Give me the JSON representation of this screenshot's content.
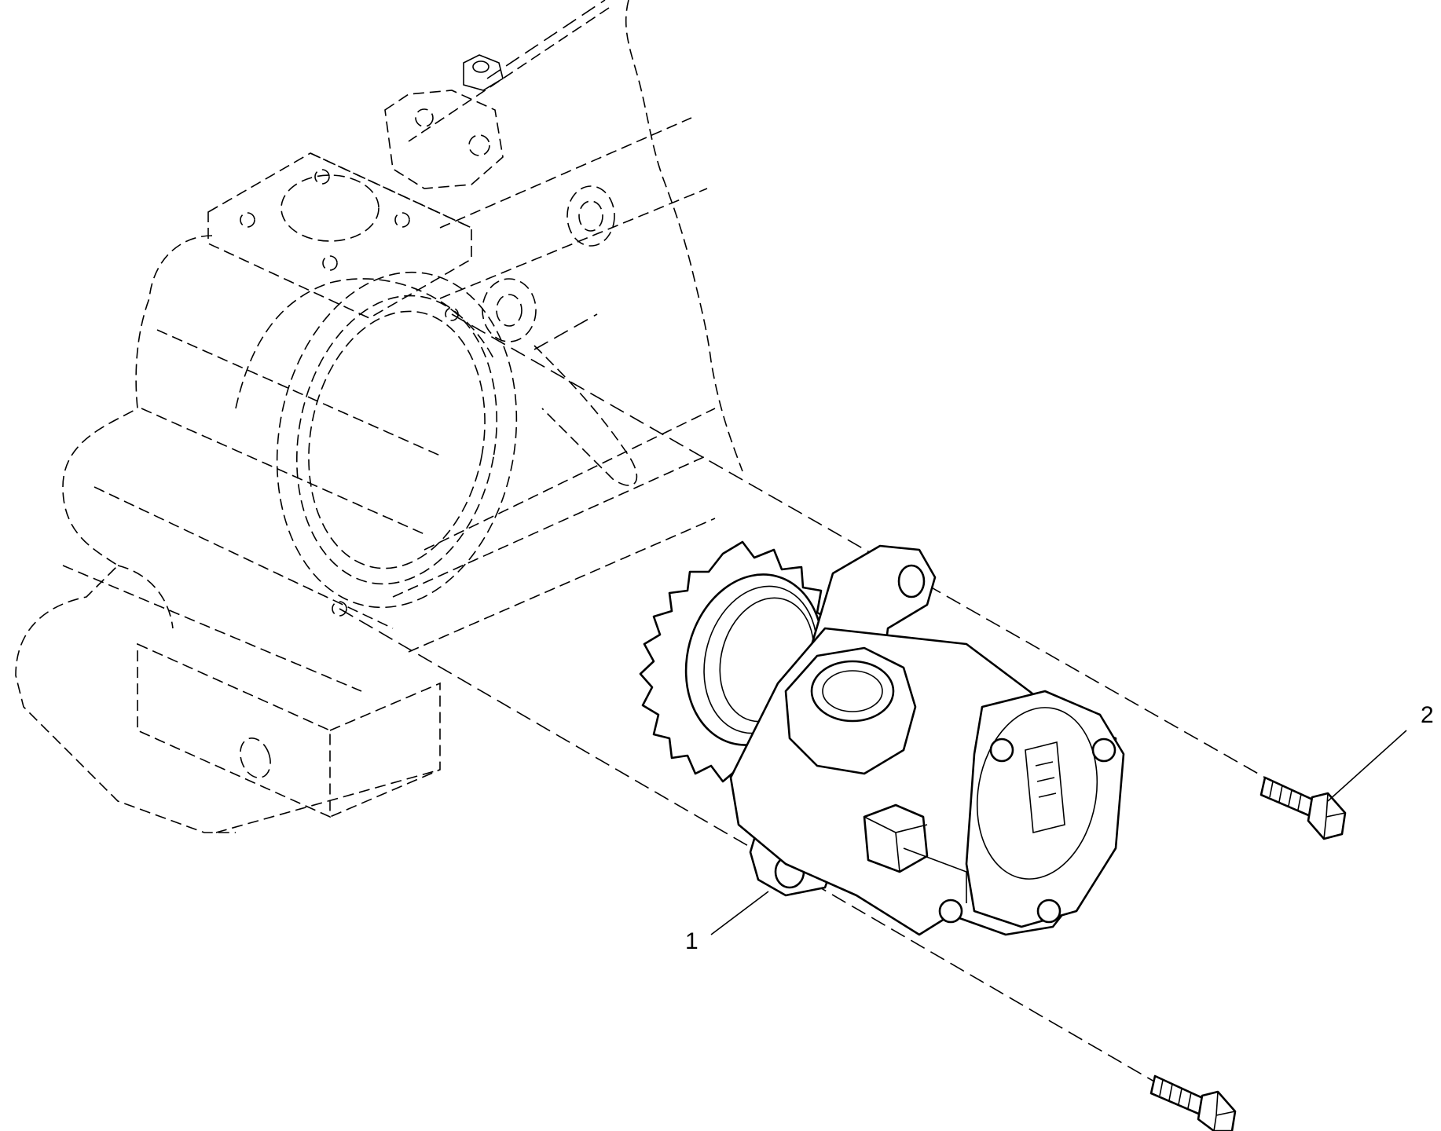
{
  "callouts": [
    {
      "id": "callout-1",
      "label": "1"
    },
    {
      "id": "callout-2",
      "label": "2"
    }
  ],
  "parts": [
    {
      "callout": "1",
      "icon": "hydraulic-pump-with-gear-icon"
    },
    {
      "callout": "2",
      "icon": "flange-bolt-icon"
    }
  ],
  "colors": {
    "line": "#000000",
    "background": "#ffffff"
  }
}
